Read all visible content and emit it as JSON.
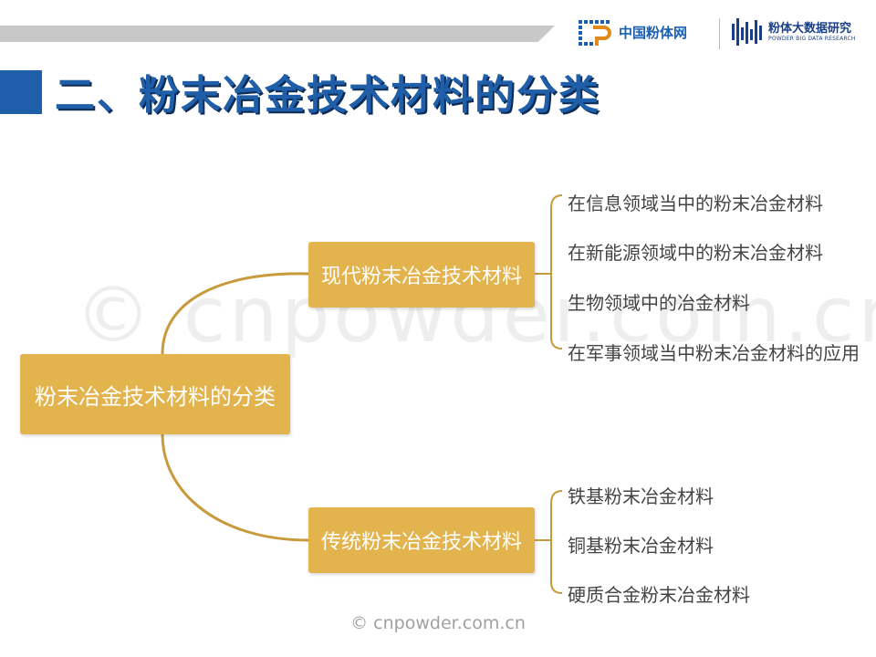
{
  "header": {
    "logo1_text": "中国粉体网",
    "logo2_text": "粉体大数据研究",
    "logo2_sub": "POWDER BIG DATA RESEARCH"
  },
  "title": "二、粉末冶金技术材料的分类",
  "watermark": "© cnpowder.com.cn",
  "footer_watermark": "© cnpowder.com.cn",
  "mindmap": {
    "root": "粉末冶金技术材料的分类",
    "branches": [
      {
        "label": "现代粉末冶金技术材料",
        "leaves": [
          "在信息领域当中的粉末冶金材料",
          "在新能源领域中的粉末冶金材料",
          "生物领域中的冶金材料",
          "在军事领域当中粉末冶金材料的应用"
        ]
      },
      {
        "label": "传统粉末冶金技术材料",
        "leaves": [
          "铁基粉末冶金材料",
          "铜基粉末冶金材料",
          "硬质合金粉末冶金材料"
        ]
      }
    ]
  },
  "colors": {
    "node_fill": "#e3b44e",
    "connector": "#c89a3c",
    "title_blue": "#1f5ea8"
  }
}
